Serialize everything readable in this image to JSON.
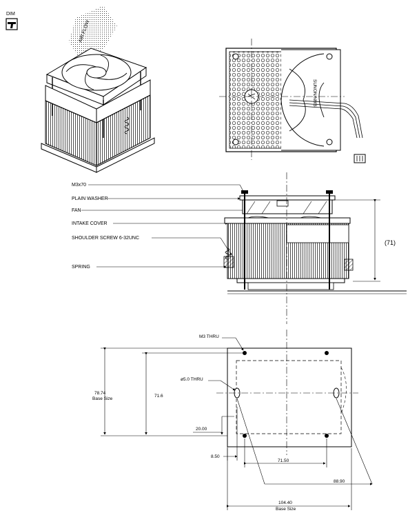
{
  "header": {
    "dim_label": "DIM",
    "dim_icon": "dimension-tool-icon"
  },
  "iso_view": {
    "airflow_label": "AIR FLOW"
  },
  "top_view": {
    "fan_brand": "SUNON/NMB"
  },
  "side_view": {
    "callouts": [
      "M3x70",
      "PLAIN WASHER",
      "FAN",
      "INTAKE COVER",
      "SHOULDER SCREW 6-32UNC",
      "SPRING"
    ],
    "height_dim": "(71)"
  },
  "base_view": {
    "m3_thru": "M3 THRU",
    "hole_thru": "ø5.0 THRU",
    "base_height_value": "78.74",
    "base_height_caption": "Base Size",
    "pitch_vertical": "71.6",
    "offset_small": "20.00",
    "edge_offset": "8.50",
    "pitch_horizontal": "71.50",
    "hole_span": "88.90",
    "base_width_value": "104.40",
    "base_width_caption": "Base Size"
  }
}
